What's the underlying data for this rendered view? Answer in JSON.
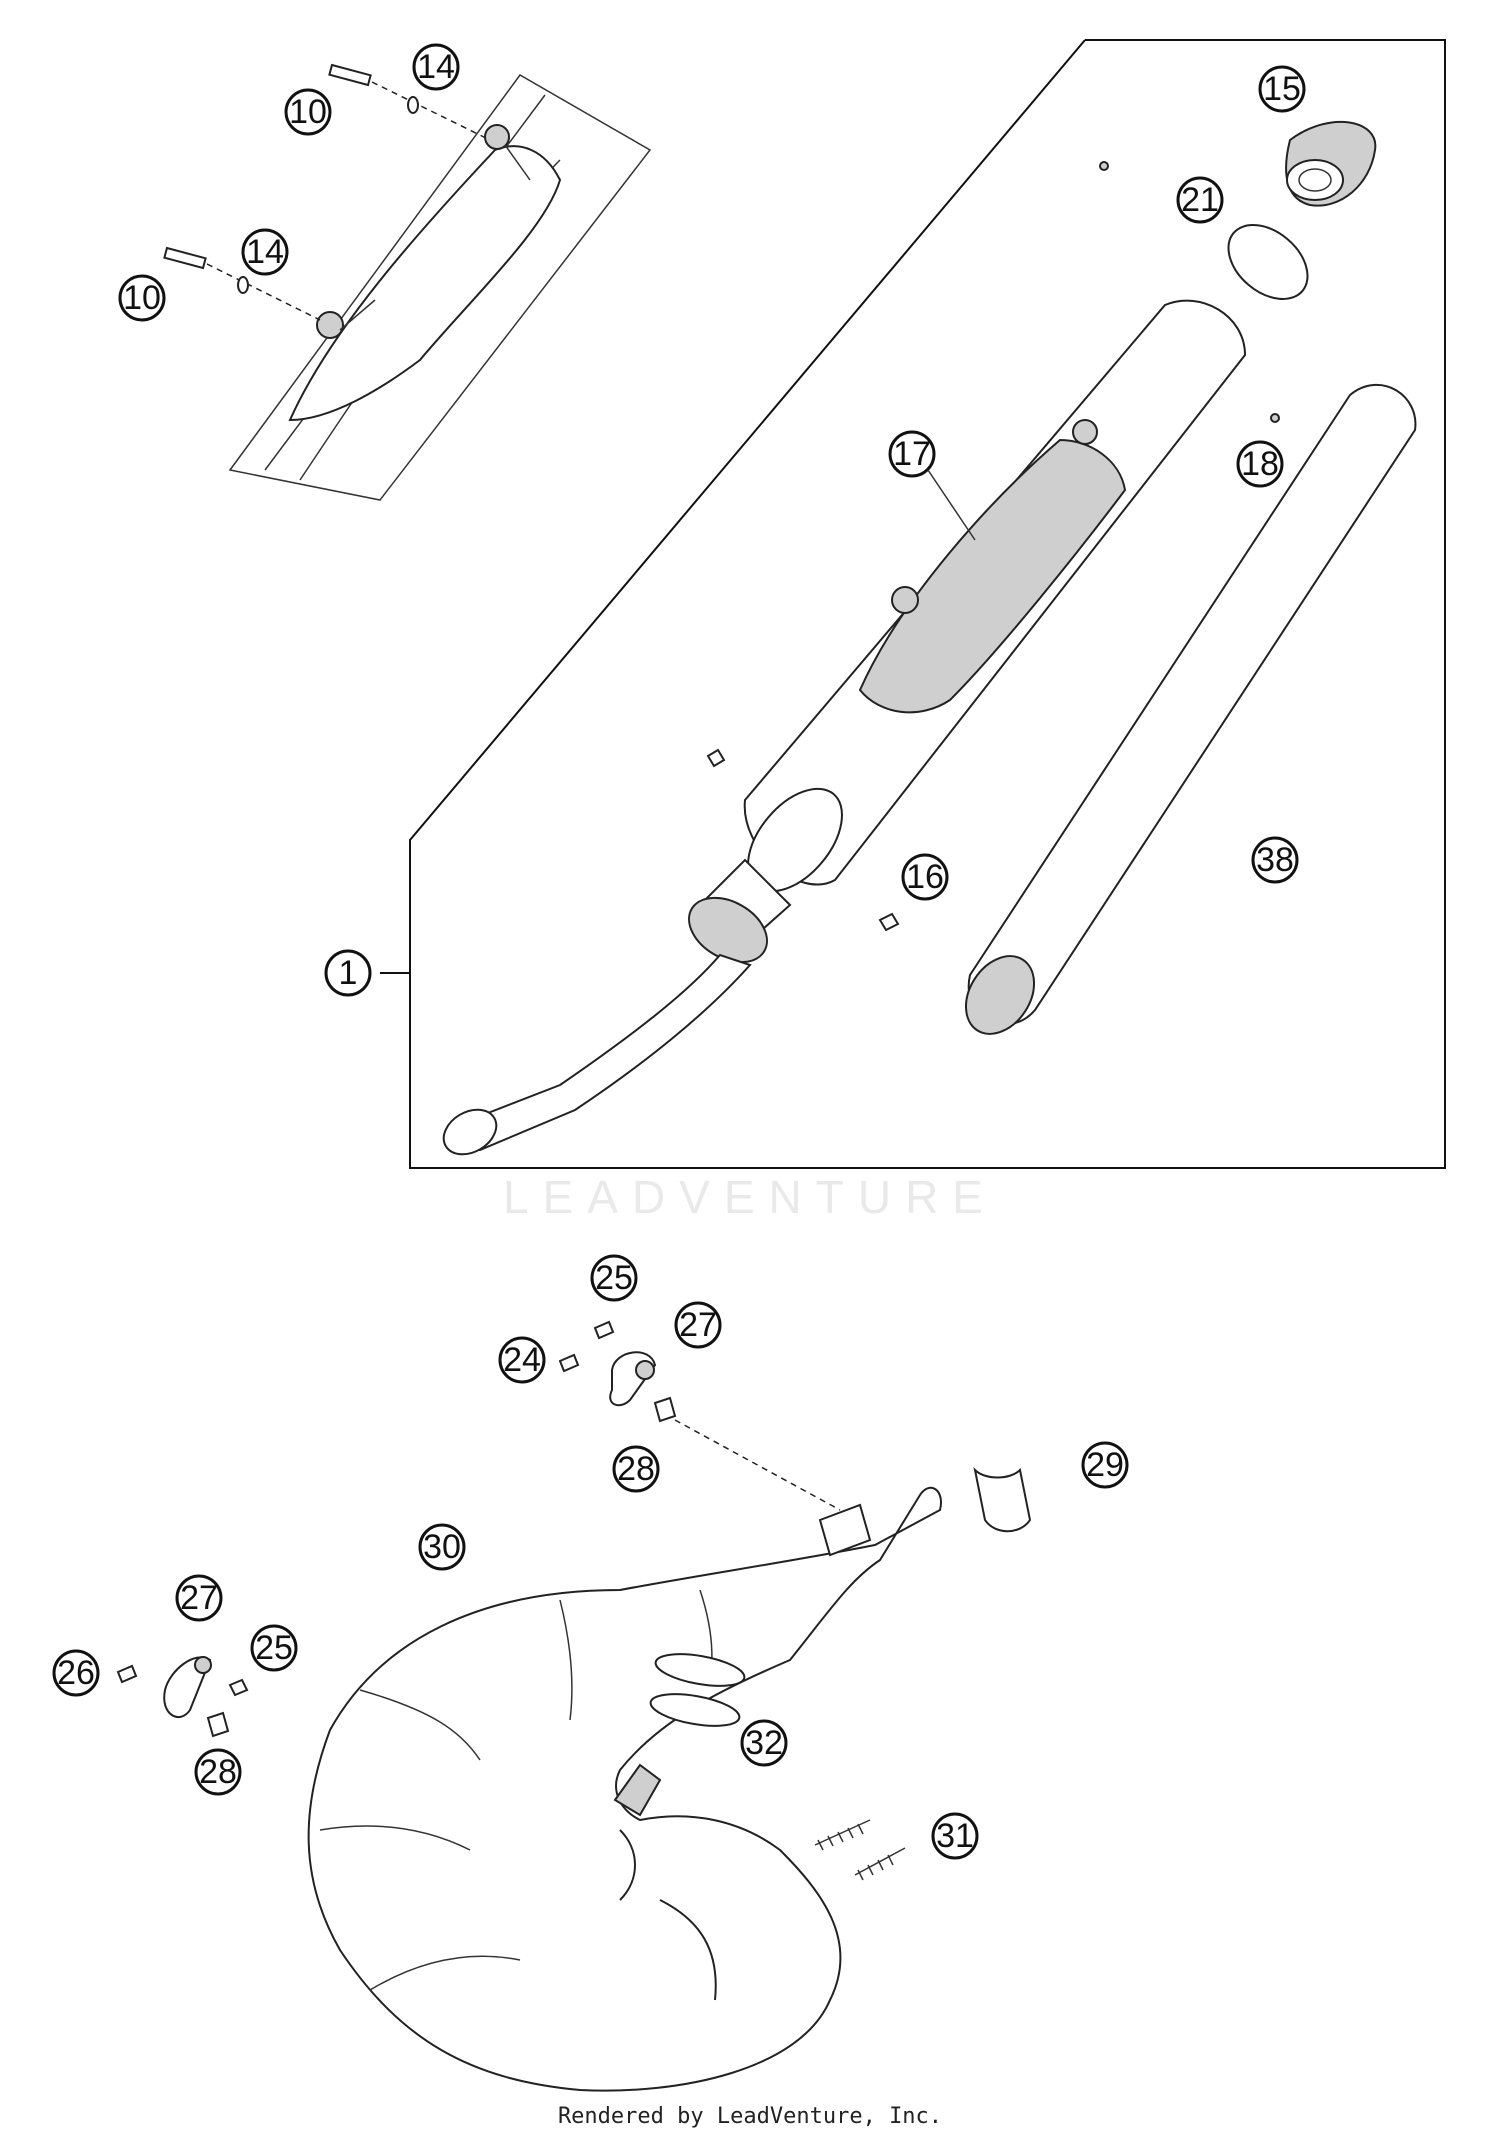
{
  "diagram": {
    "callouts": {
      "c1": "1",
      "c10a": "10",
      "c10b": "10",
      "c14a": "14",
      "c14b": "14",
      "c15": "15",
      "c16": "16",
      "c17": "17",
      "c18": "18",
      "c21": "21",
      "c24": "24",
      "c25a": "25",
      "c25b": "25",
      "c26": "26",
      "c27a": "27",
      "c27b": "27",
      "c28a": "28",
      "c28b": "28",
      "c29": "29",
      "c30": "30",
      "c31": "31",
      "c32": "32",
      "c38": "38"
    }
  },
  "watermark_text": "LEADVENTURE",
  "footer_text": "Rendered by LeadVenture, Inc.",
  "colors": {
    "line": "#222222",
    "callout_fill": "#ffffff",
    "watermark": "#e9e9e9"
  }
}
